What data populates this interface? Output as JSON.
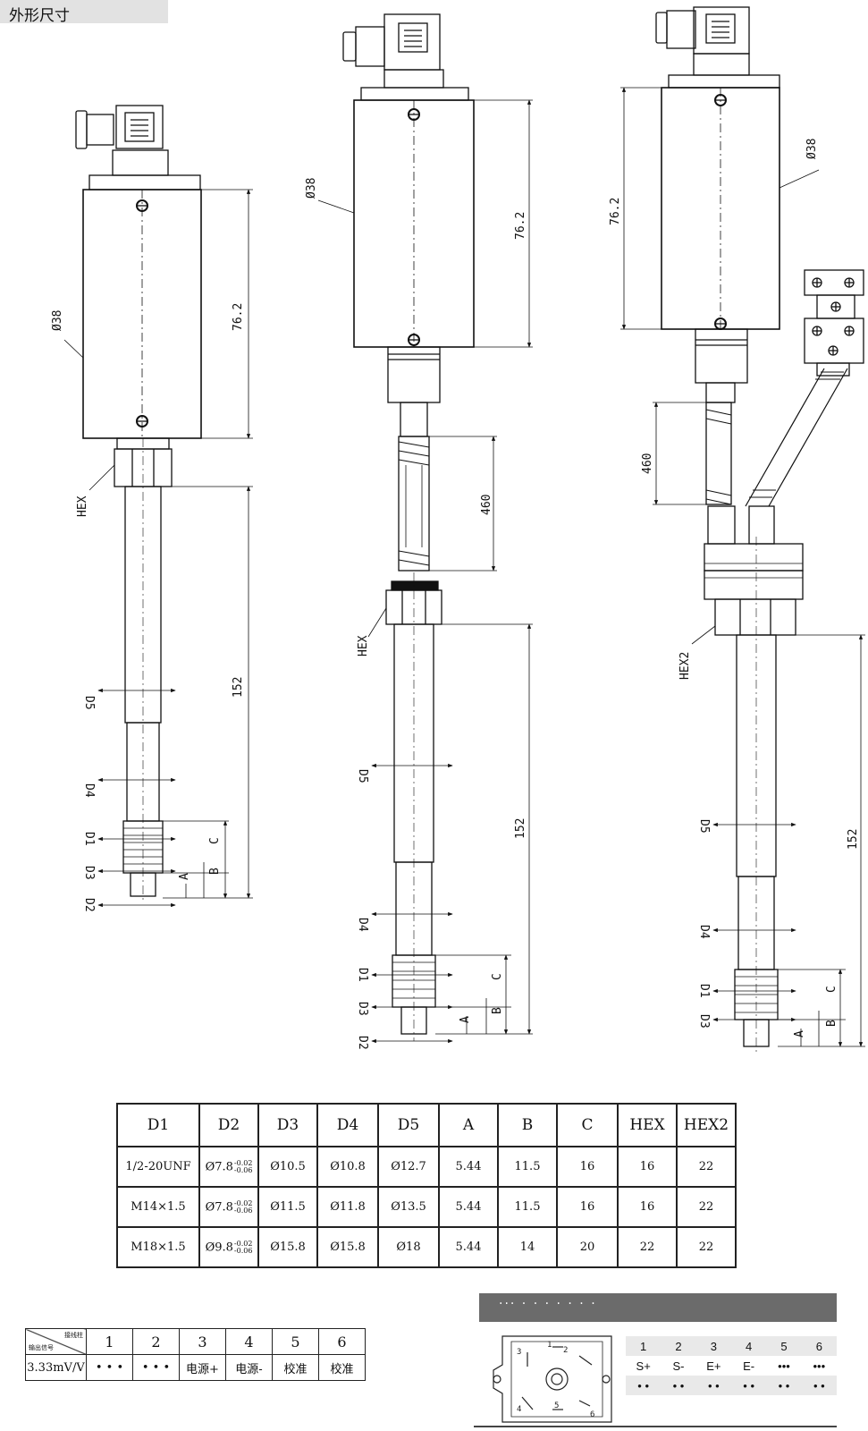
{
  "header": {
    "title": "外形尺寸"
  },
  "drawing": {
    "dims": {
      "housing_dia": "Ø38",
      "housing_len": "76.2",
      "stem_len": "152",
      "cable_len": "460"
    },
    "labels": {
      "hex": "HEX",
      "hex2": "HEX2",
      "d1": "D1",
      "d2": "D2",
      "d3": "D3",
      "d4": "D4",
      "d5": "D5",
      "a": "A",
      "b": "B",
      "c": "C"
    }
  },
  "dimension_table": {
    "headers": [
      "D1",
      "D2",
      "D3",
      "D4",
      "D5",
      "A",
      "B",
      "C",
      "HEX",
      "HEX2"
    ],
    "tolerance": {
      "upper": "-0.02",
      "lower": "-0.06"
    },
    "rows": [
      {
        "d1": "1/2-20UNF",
        "d2": "Ø7.8",
        "d3": "Ø10.5",
        "d4": "Ø10.8",
        "d5": "Ø12.7",
        "a": "5.44",
        "b": "11.5",
        "c": "16",
        "hex": "16",
        "hex2": "22"
      },
      {
        "d1": "M14×1.5",
        "d2": "Ø7.8",
        "d3": "Ø11.5",
        "d4": "Ø11.8",
        "d5": "Ø13.5",
        "a": "5.44",
        "b": "11.5",
        "c": "16",
        "hex": "16",
        "hex2": "22"
      },
      {
        "d1": "M18×1.5",
        "d2": "Ø9.8",
        "d3": "Ø15.8",
        "d4": "Ø15.8",
        "d5": "Ø18",
        "a": "5.44",
        "b": "14",
        "c": "20",
        "hex": "22",
        "hex2": "22"
      }
    ]
  },
  "signal_table": {
    "corner_top": "接线柱",
    "corner_bottom": "输出信号",
    "pins": [
      "1",
      "2",
      "3",
      "4",
      "5",
      "6"
    ],
    "signal": "3.33mV/V",
    "values": [
      "• • •",
      "• • •",
      "电源+",
      "电源-",
      "校准",
      "校准"
    ]
  },
  "pin_panel": {
    "bar_text": "··· · · · · · · ·",
    "connector_numbers": [
      "1",
      "2",
      "3",
      "4",
      "5",
      "6"
    ],
    "numbers": [
      "1",
      "2",
      "3",
      "4",
      "5",
      "6"
    ],
    "codes": [
      "S+",
      "S-",
      "E+",
      "E-",
      "•••",
      "•••"
    ],
    "dots": [
      "• •",
      "• •",
      "• •",
      "• •",
      "• •",
      "• •"
    ]
  }
}
